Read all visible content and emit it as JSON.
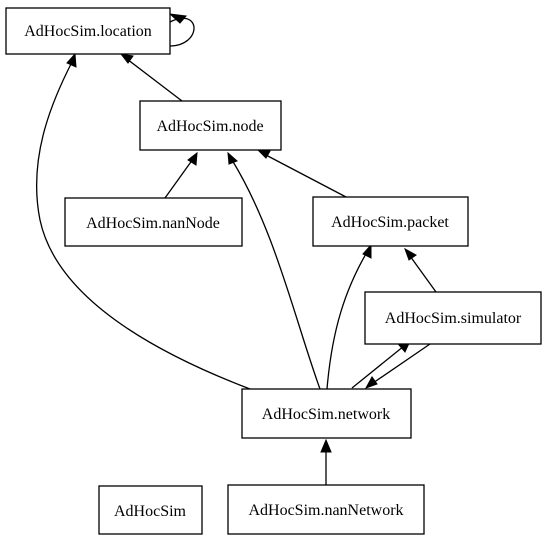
{
  "diagram": {
    "nodes": [
      {
        "id": "location",
        "label": "AdHocSim.location"
      },
      {
        "id": "node",
        "label": "AdHocSim.node"
      },
      {
        "id": "nanNode",
        "label": "AdHocSim.nanNode"
      },
      {
        "id": "packet",
        "label": "AdHocSim.packet"
      },
      {
        "id": "simulator",
        "label": "AdHocSim.simulator"
      },
      {
        "id": "network",
        "label": "AdHocSim.network"
      },
      {
        "id": "adhocsim",
        "label": "AdHocSim"
      },
      {
        "id": "nanNetwork",
        "label": "AdHocSim.nanNetwork"
      }
    ],
    "edges": [
      {
        "from": "location",
        "to": "location"
      },
      {
        "from": "node",
        "to": "location"
      },
      {
        "from": "nanNode",
        "to": "node"
      },
      {
        "from": "packet",
        "to": "node"
      },
      {
        "from": "network",
        "to": "location"
      },
      {
        "from": "network",
        "to": "node"
      },
      {
        "from": "network",
        "to": "packet"
      },
      {
        "from": "network",
        "to": "simulator"
      },
      {
        "from": "simulator",
        "to": "packet"
      },
      {
        "from": "simulator",
        "to": "network"
      },
      {
        "from": "nanNetwork",
        "to": "network"
      }
    ]
  }
}
